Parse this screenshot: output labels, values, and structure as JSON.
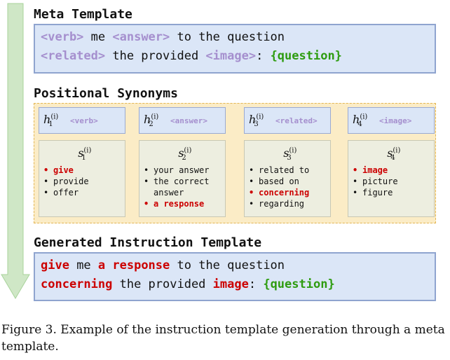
{
  "meta": {
    "title": "Meta Template",
    "line1": [
      {
        "t": "<verb>",
        "k": "ph"
      },
      {
        "t": " me ",
        "k": ""
      },
      {
        "t": "<answer>",
        "k": "ph"
      },
      {
        "t": " to the question",
        "k": ""
      }
    ],
    "line2": [
      {
        "t": "<related>",
        "k": "ph"
      },
      {
        "t": " the provided ",
        "k": ""
      },
      {
        "t": "<image>",
        "k": "ph"
      },
      {
        "t": ": ",
        "k": ""
      },
      {
        "t": "{question}",
        "k": "q"
      }
    ]
  },
  "positional": {
    "title": "Positional Synonyms",
    "columns": [
      {
        "h_var": "h",
        "h_sub": "1",
        "h_sup": "(i)",
        "tag": "<verb>",
        "s_var": "s",
        "s_sub": "1",
        "s_sup": "(i)",
        "items": [
          {
            "text": "give",
            "highlight": true
          },
          {
            "text": "provide",
            "highlight": false
          },
          {
            "text": "offer",
            "highlight": false
          }
        ]
      },
      {
        "h_var": "h",
        "h_sub": "2",
        "h_sup": "(i)",
        "tag": "<answer>",
        "s_var": "s",
        "s_sub": "2",
        "s_sup": "(i)",
        "items": [
          {
            "text": "your answer",
            "highlight": false
          },
          {
            "text": "the correct answer",
            "highlight": false
          },
          {
            "text": "a response",
            "highlight": true
          }
        ]
      },
      {
        "h_var": "h",
        "h_sub": "3",
        "h_sup": "(i)",
        "tag": "<related>",
        "s_var": "s",
        "s_sub": "3",
        "s_sup": "(i)",
        "items": [
          {
            "text": "related to",
            "highlight": false
          },
          {
            "text": "based on",
            "highlight": false
          },
          {
            "text": "concerning",
            "highlight": true
          },
          {
            "text": "regarding",
            "highlight": false
          }
        ]
      },
      {
        "h_var": "h",
        "h_sub": "4",
        "h_sup": "(i)",
        "tag": "<image>",
        "s_var": "s",
        "s_sub": "4",
        "s_sup": "(i)",
        "items": [
          {
            "text": "image",
            "highlight": true
          },
          {
            "text": "picture",
            "highlight": false
          },
          {
            "text": "figure",
            "highlight": false
          }
        ]
      }
    ]
  },
  "generated": {
    "title": "Generated Instruction Template",
    "line1": [
      {
        "t": "give",
        "k": "red"
      },
      {
        "t": " me ",
        "k": ""
      },
      {
        "t": "a response",
        "k": "red"
      },
      {
        "t": " to the question",
        "k": ""
      }
    ],
    "line2": [
      {
        "t": "concerning",
        "k": "red"
      },
      {
        "t": " the provided ",
        "k": ""
      },
      {
        "t": "image",
        "k": "red"
      },
      {
        "t": ": ",
        "k": ""
      },
      {
        "t": "{question}",
        "k": "q"
      }
    ]
  },
  "caption": "Figure 3. Example of the instruction template generation through a meta template.",
  "colors": {
    "placeholder": "#a58fce",
    "question": "#2e9c10",
    "highlight": "#cc0000",
    "arrow": "#cfe7c6",
    "template_box": "#dbe6f7",
    "positional_panel": "#fbecc6"
  }
}
